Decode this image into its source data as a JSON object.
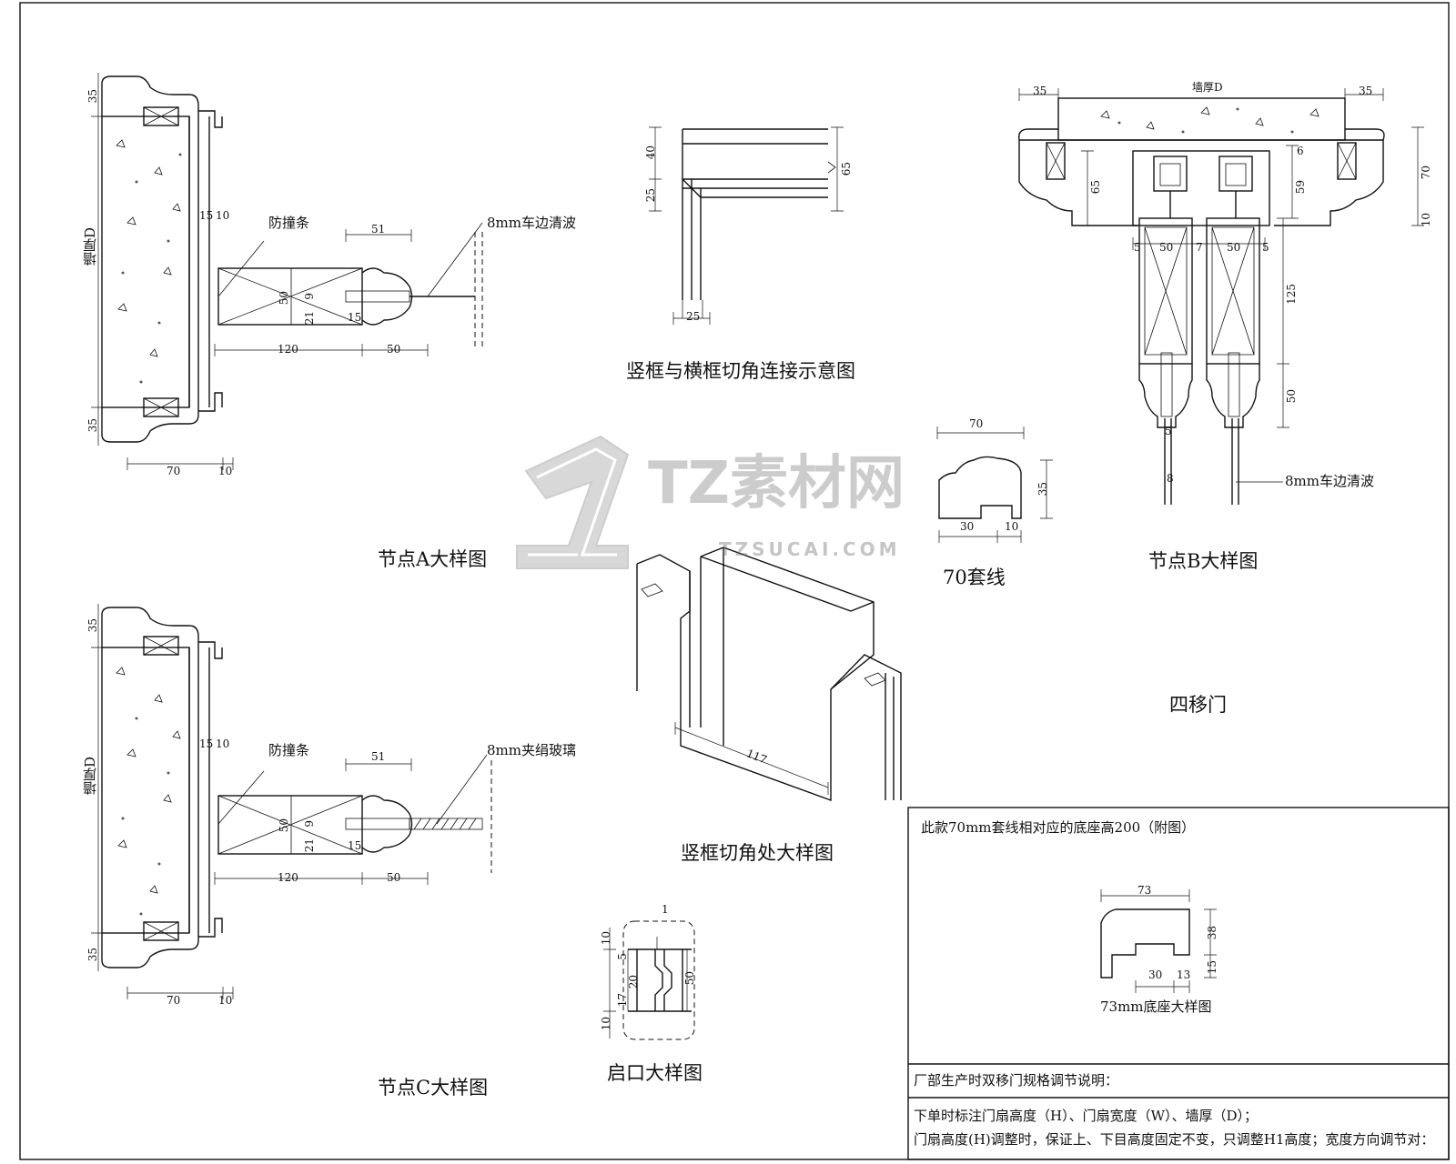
{
  "titles": {
    "node_a": "节点A大样图",
    "node_c": "节点C大样图",
    "node_b": "节点B大样图",
    "miter_schematic": "竖框与横框切角连接示意图",
    "miter_detail": "竖框切角处大样图",
    "casing_70": "70套线",
    "four_sliding": "四移门",
    "notch_detail": "启口大样图",
    "base_73": "73mm底座大样图"
  },
  "node_a": {
    "wall_label": "墙厚D",
    "bumper_label": "防撞条",
    "glass_label": "8mm车边清波",
    "dims": {
      "top": "35",
      "bottom": "35",
      "w70": "70",
      "w10": "10",
      "d15": "15",
      "d10": "10",
      "d51": "51",
      "d50v": "50",
      "d9": "9",
      "d21": "21",
      "d15b": "15",
      "d120": "120",
      "d50": "50"
    }
  },
  "node_c": {
    "wall_label": "墙厚D",
    "bumper_label": "防撞条",
    "glass_label": "8mm夹绢玻璃",
    "dims": {
      "top": "35",
      "bottom": "35",
      "w70": "70",
      "w10": "10",
      "d15": "15",
      "d10": "10",
      "d51": "51",
      "d50v": "50",
      "d9": "9",
      "d21": "21",
      "d15b": "15",
      "d120": "120",
      "d50": "50"
    }
  },
  "miter_schematic": {
    "d40": "40",
    "d25": "25",
    "d65": "65",
    "d25b": "25"
  },
  "casing_70": {
    "d70": "70",
    "d35": "35",
    "d30": "30",
    "d10": "10"
  },
  "miter_detail": {
    "d117": "117"
  },
  "node_b": {
    "wall_label": "墙厚D",
    "glass_label": "8mm车边清波",
    "dims": {
      "left35": "35",
      "right35": "35",
      "d65": "65",
      "d59": "59",
      "d6": "6",
      "d70": "70",
      "d10": "10",
      "d5a": "5",
      "d50a": "50",
      "d7": "7",
      "d50b": "50",
      "d5b": "5",
      "d125": "125",
      "d50": "50",
      "d5c": "5",
      "d8": "8"
    }
  },
  "notch": {
    "d1": "1",
    "d10": "10",
    "d5": "5",
    "d20": "20",
    "d17": "17",
    "d50": "50",
    "d10b": "10"
  },
  "note_box": {
    "base_title": "此款70mm套线相对应的底座高200（附图）",
    "base_dims": {
      "d73": "73",
      "d38": "38",
      "d15": "15",
      "d30": "30",
      "d13": "13"
    },
    "note_heading": "厂部生产时双移门规格调节说明：",
    "note_line1": "下单时标注门扇高度（H）、门扇宽度（W）、墙厚（D）；",
    "note_line2": "门扇高度(H)调整时，保证上、下目高度固定不变，只调整H1高度；宽度方向调节对："
  },
  "watermark": {
    "brand": "TZ素材网",
    "url": "TZSUCAI.COM"
  }
}
